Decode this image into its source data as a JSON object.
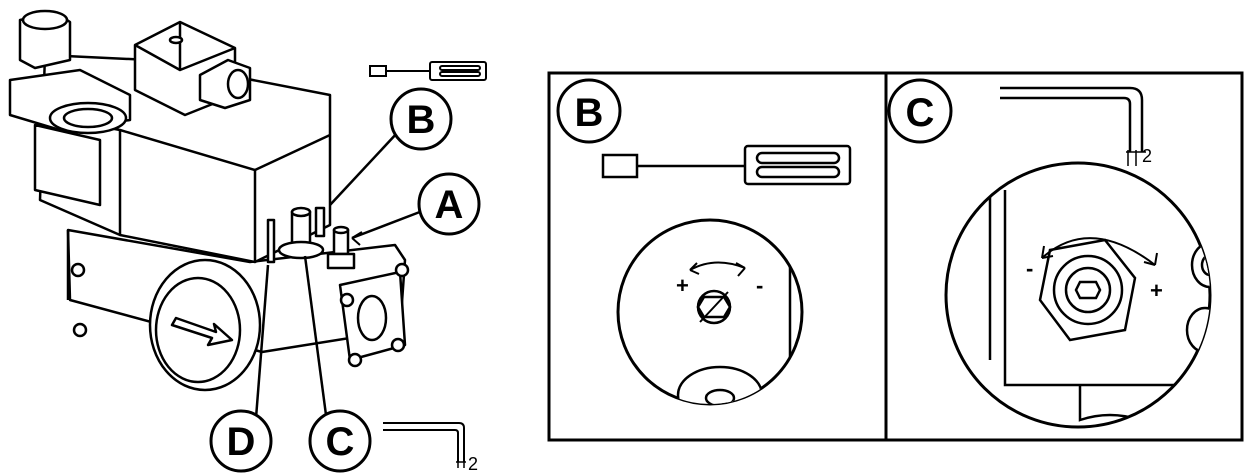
{
  "callouts": {
    "a": "A",
    "b": "B",
    "c": "C",
    "d": "D"
  },
  "panel_b": {
    "title": "B",
    "plus": "+",
    "minus": "-"
  },
  "panel_c": {
    "title": "C",
    "plus": "+",
    "minus": "-",
    "key_size": "2"
  },
  "tools": {
    "allen_key_size": "2"
  },
  "colors": {
    "ink": "#000000",
    "paper": "#ffffff",
    "shade": "#e8e8e8"
  }
}
